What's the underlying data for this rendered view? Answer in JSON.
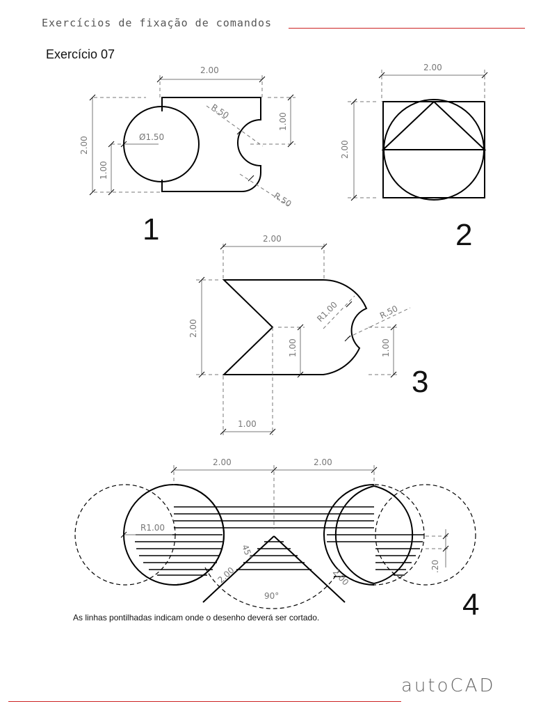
{
  "header": {
    "title": "Exercícios de fixação de comandos"
  },
  "exercise": {
    "title": "Exercício 07"
  },
  "figures": {
    "fig1": {
      "number": "1",
      "dim_top": "2.00",
      "dim_left": "2.00",
      "dim_left_inner": "1.00",
      "dim_right": "1.00",
      "diameter": "Ø1.50",
      "radius_top": "R.50",
      "radius_bottom": "R.50"
    },
    "fig2": {
      "number": "2",
      "dim_top": "2.00",
      "dim_left": "2.00"
    },
    "fig3": {
      "number": "3",
      "dim_top": "2.00",
      "dim_left": "2.00",
      "dim_mid": "1.00",
      "dim_right": "1.00",
      "dim_bottom": "1.00",
      "radius_big": "R1.00",
      "radius_small": "R.50"
    },
    "fig4": {
      "number": "4",
      "dim_top_left": "2.00",
      "dim_top_right": "2.00",
      "radius": "R1.00",
      "angle_half": "45°",
      "angle_full": "90°",
      "dim_diag_left": "2.00",
      "dim_diag_right": "2.00",
      "spacing": ".20"
    }
  },
  "note": "As linhas pontilhadas indicam onde o desenho deverá ser cortado.",
  "footer": {
    "brand": "autoCAD"
  },
  "colors": {
    "accent_rule": "#cc2222",
    "line": "#000000",
    "dimension": "#777777"
  }
}
